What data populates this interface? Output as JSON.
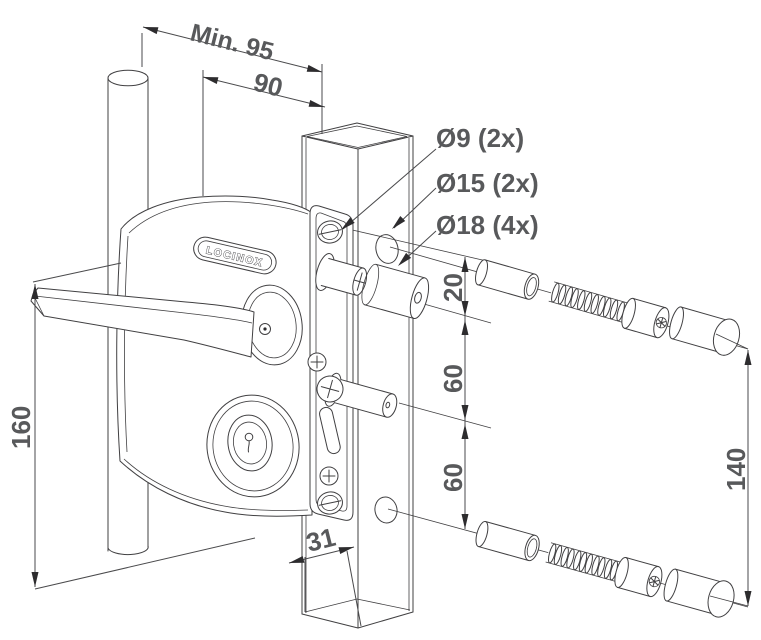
{
  "diagram": {
    "type": "technical-installation-drawing",
    "brand": "LOCINOX",
    "dimensions": {
      "min_distance": "Min. 95",
      "backset": "90",
      "lock_height": "160",
      "profile_width": "31",
      "offset_top": "20",
      "spacing_upper": "60",
      "spacing_lower": "60",
      "fixation_span": "140"
    },
    "callouts": {
      "screw_holes": "Ø9 (2x)",
      "pin_holes": "Ø15 (2x)",
      "cap_holes": "Ø18 (4x)"
    },
    "colors": {
      "line": "#414042",
      "text": "#58595b",
      "arrow": "#2d2c2e",
      "background": "#ffffff"
    }
  }
}
